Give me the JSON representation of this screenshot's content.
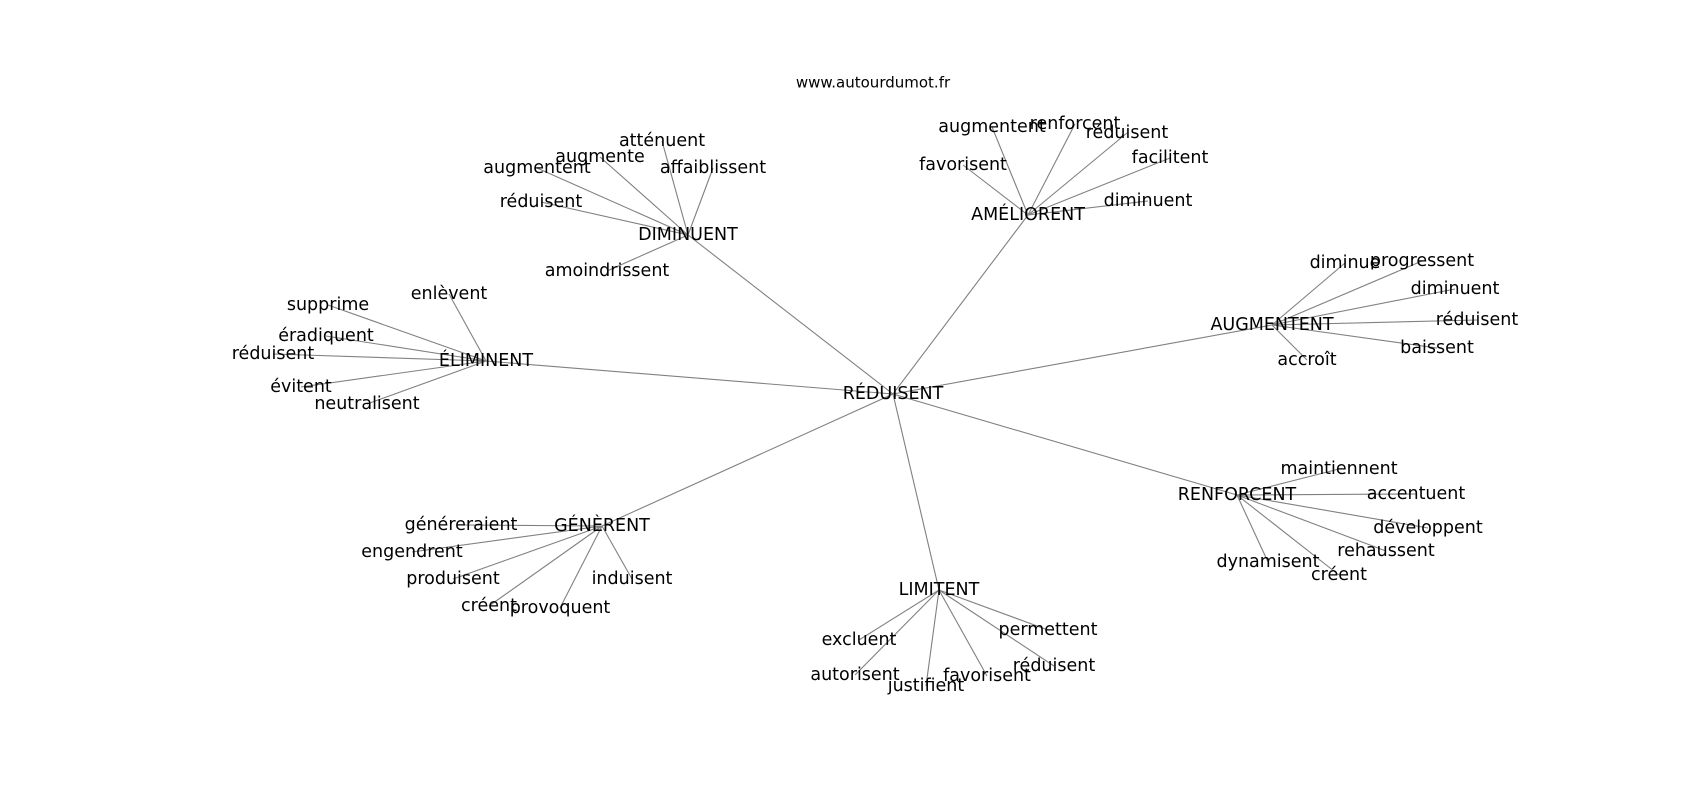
{
  "credit": "www.autourdumot.fr",
  "root": "RÉDUISENT",
  "groups": [
    {
      "label": "DIMINUENT",
      "children": [
        "atténuent",
        "augmente",
        "augmentent",
        "affaiblissent",
        "réduisent",
        "amoindrissent"
      ]
    },
    {
      "label": "AMÉLIORENT",
      "children": [
        "augmentent",
        "renforcent",
        "réduisent",
        "favorisent",
        "facilitent",
        "diminuent"
      ]
    },
    {
      "label": "AUGMENTENT",
      "children": [
        "diminue",
        "progressent",
        "diminuent",
        "réduisent",
        "baissent",
        "accroît"
      ]
    },
    {
      "label": "ÉLIMINENT",
      "children": [
        "supprime",
        "enlèvent",
        "éradiquent",
        "réduisent",
        "évitent",
        "neutralisent"
      ]
    },
    {
      "label": "RENFORCENT",
      "children": [
        "maintiennent",
        "accentuent",
        "développent",
        "rehaussent",
        "dynamisent",
        "créent"
      ]
    },
    {
      "label": "GÉNÈRENT",
      "children": [
        "généreraient",
        "engendrent",
        "produisent",
        "induisent",
        "créent",
        "provoquent"
      ]
    },
    {
      "label": "LIMITENT",
      "children": [
        "excluent",
        "permettent",
        "réduisent",
        "autorisent",
        "favorisent",
        "justifient"
      ]
    }
  ]
}
